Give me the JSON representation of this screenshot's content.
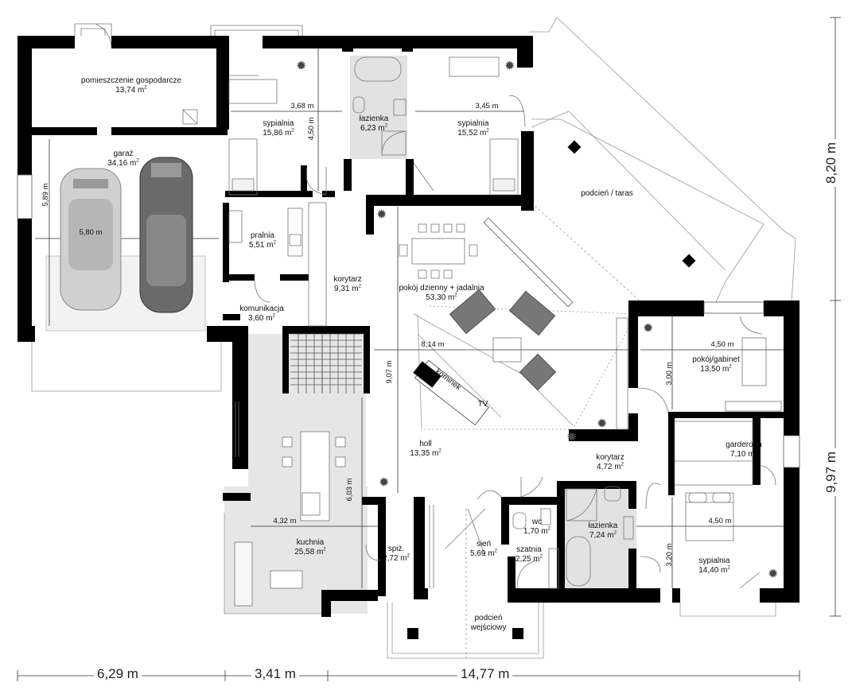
{
  "rooms": [
    {
      "id": "gospodarcze",
      "name": "pomieszczenie gospodarcze",
      "area": "13,74 m"
    },
    {
      "id": "garaz",
      "name": "garaż",
      "area": "34,16 m"
    },
    {
      "id": "sypialnia1",
      "name": "sypialnia",
      "area": "15,86 m"
    },
    {
      "id": "lazienka1",
      "name": "łazienka",
      "area": "6,23 m"
    },
    {
      "id": "sypialnia2",
      "name": "sypialnia",
      "area": "15,52 m"
    },
    {
      "id": "pralnia",
      "name": "pralnia",
      "area": "5,51 m"
    },
    {
      "id": "korytarz1",
      "name": "korytarz",
      "area": "9,31 m"
    },
    {
      "id": "komunikacja",
      "name": "komunikacja",
      "area": "3,60 m"
    },
    {
      "id": "dzienny",
      "name": "pokój dzienny + jadalnia",
      "area": "53,30 m"
    },
    {
      "id": "gabinet",
      "name": "pokój/gabinet",
      "area": "13,50 m"
    },
    {
      "id": "garderoba",
      "name": "garderoba",
      "area": "7,10 m"
    },
    {
      "id": "korytarz2",
      "name": "korytarz",
      "area": "4,72 m"
    },
    {
      "id": "holl",
      "name": "holl",
      "area": "13,35 m"
    },
    {
      "id": "kuchnia",
      "name": "kuchnia",
      "area": "25,58 m"
    },
    {
      "id": "spiz",
      "name": "spiż.",
      "area": "2,72 m"
    },
    {
      "id": "sien",
      "name": "sień",
      "area": "5,69 m"
    },
    {
      "id": "wc",
      "name": "wc",
      "area": "1,70 m"
    },
    {
      "id": "szatnia",
      "name": "szatnia",
      "area": "2,25 m"
    },
    {
      "id": "lazienka2",
      "name": "łazienka",
      "area": "7,24 m"
    },
    {
      "id": "sypialnia3",
      "name": "sypialnia",
      "area": "14,40 m"
    }
  ],
  "labels": {
    "taras": "podcień / taras",
    "podcien_1": "podcień",
    "podcien_2": "wejściowy",
    "kominek": "kominek",
    "tv": "TV"
  },
  "dims": {
    "garage_w": "5,80 m",
    "garage_h": "5,89 m",
    "syp1_w": "3,68 m",
    "syp1_h": "4,50 m",
    "syp2_w": "3,45 m",
    "living_w": "8,14 m",
    "living_h": "9,07 m",
    "gabinet_w": "4,50 m",
    "gabinet_h": "3,00 m",
    "kitchen_w": "4,32 m",
    "kitchen_h": "6,03 m",
    "syp3_w": "4,50 m",
    "syp3_h": "3,20 m"
  },
  "overall": {
    "bottom": [
      "6,29 m",
      "3,41 m",
      "14,77 m"
    ],
    "right": [
      "8,20 m",
      "9,97 m"
    ]
  },
  "area_unit_sup": "2"
}
